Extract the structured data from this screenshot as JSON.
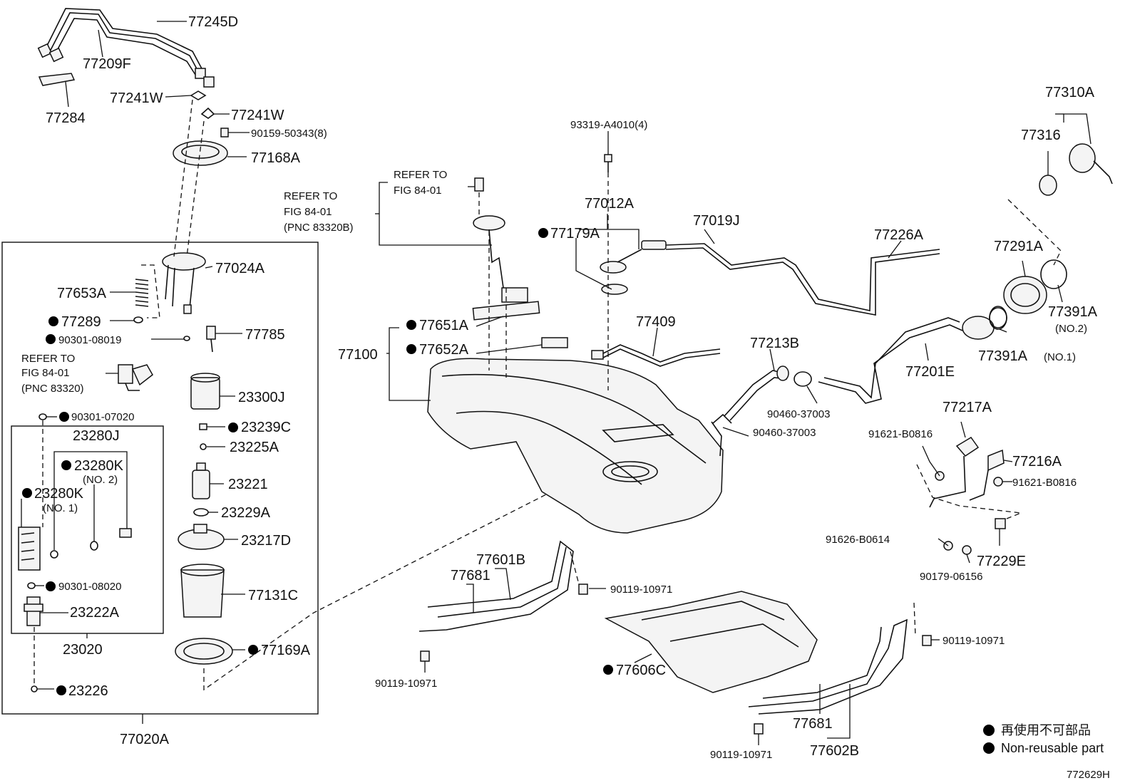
{
  "figure_code": "772629H",
  "legend": {
    "line_jp": "再使用不可部品",
    "line_en": "Non-reusable part"
  },
  "labels": {
    "l77245D": "77245D",
    "l77209F": "77209F",
    "l77284": "77284",
    "l77241W_a": "77241W",
    "l77241W_b": "77241W",
    "l90159": "90159-50343(8)",
    "l77168A": "77168A",
    "l77024A": "77024A",
    "l77653A": "77653A",
    "l77289": "77289",
    "l90301_08019": "90301-08019",
    "l77785": "77785",
    "refer_left_1": "REFER TO",
    "refer_left_2": "FIG 84-01",
    "refer_left_3": "(PNC 83320)",
    "l23300J": "23300J",
    "l90301_07020": "90301-07020",
    "l23280J": "23280J",
    "l23239C": "23239C",
    "l23225A": "23225A",
    "l23280K_2": "23280K",
    "l23280K_2_sub": "(NO. 2)",
    "l23280K_1": "23280K",
    "l23280K_1_sub": "(NO. 1)",
    "l23221": "23221",
    "l23229A": "23229A",
    "l23217D": "23217D",
    "l90301_08020": "90301-08020",
    "l77131C": "77131C",
    "l23222A": "23222A",
    "l23020": "23020",
    "l77169A": "77169A",
    "l23226": "23226",
    "l77020A": "77020A",
    "refer_mid_1": "REFER TO",
    "refer_mid_2": "FIG 84-01",
    "refer_mid_3": "(PNC 83320B)",
    "refer_top_1": "REFER TO",
    "refer_top_2": "FIG 84-01",
    "l93319": "93319-A4010(4)",
    "l77012A": "77012A",
    "l77179A": "77179A",
    "l77019J": "77019J",
    "l77226A": "77226A",
    "l77651A": "77651A",
    "l77652A": "77652A",
    "l77100": "77100",
    "l77409": "77409",
    "l77213B": "77213B",
    "l90460_a": "90460-37003",
    "l90460_b": "90460-37003",
    "l77310A": "77310A",
    "l77316": "77316",
    "l77291A": "77291A",
    "l77391A_2": "77391A",
    "l77391A_2_sub": "(NO.2)",
    "l77391A_1": "77391A",
    "l77391A_1_sub": "(NO.1)",
    "l77201E": "77201E",
    "l77217A": "77217A",
    "l91621_a": "91621-B0816",
    "l77216A": "77216A",
    "l91621_b": "91621-B0816",
    "l91626": "91626-B0614",
    "l77229E": "77229E",
    "l90179": "90179-06156",
    "l77601B": "77601B",
    "l77681_a": "77681",
    "l90119_a": "90119-10971",
    "l90119_b": "90119-10971",
    "l77606C": "77606C",
    "l90119_c": "90119-10971",
    "l77681_b": "77681",
    "l77602B": "77602B",
    "l90119_d": "90119-10971"
  }
}
